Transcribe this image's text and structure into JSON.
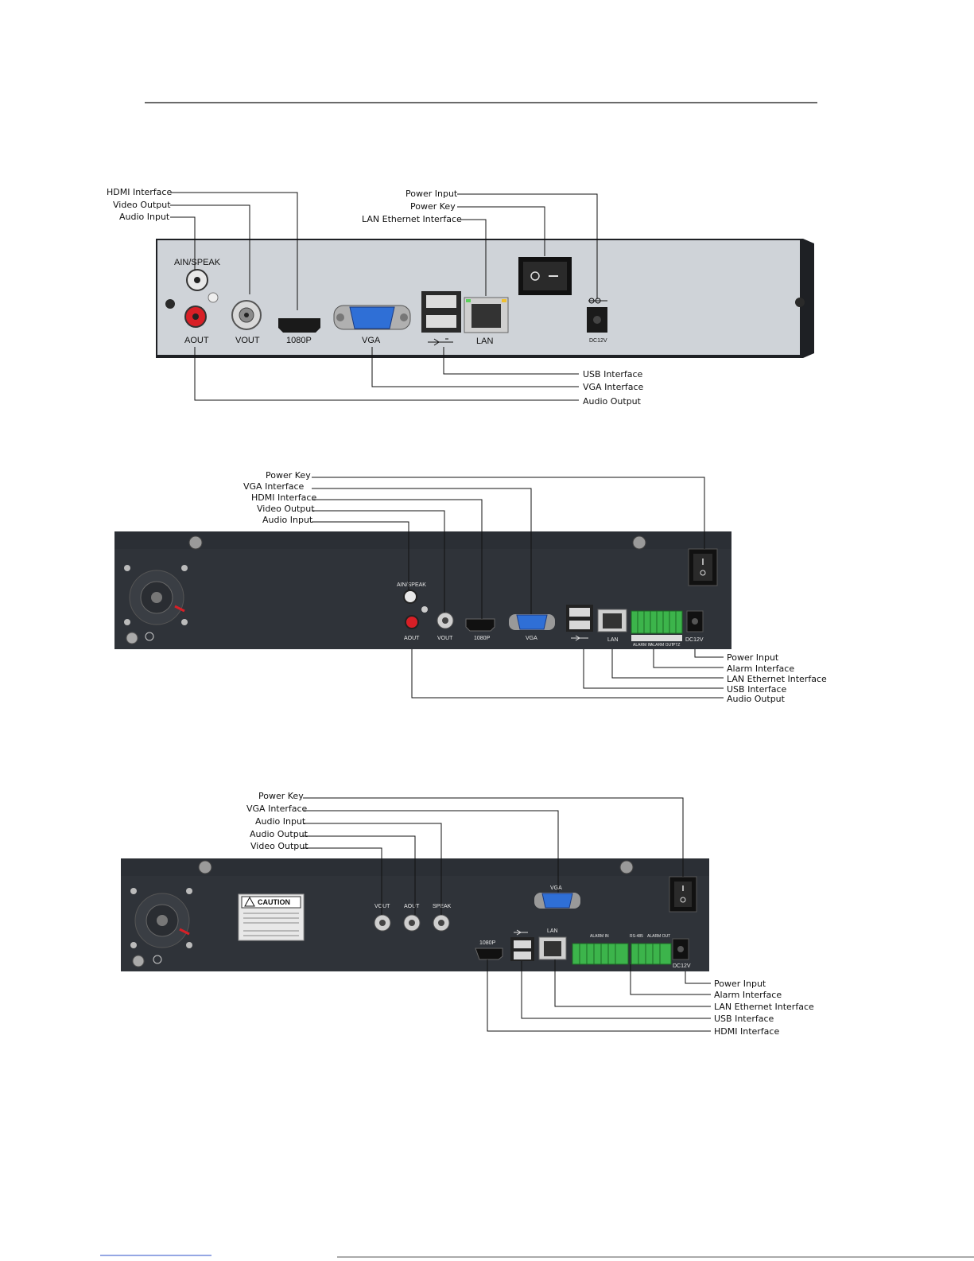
{
  "diagrams": [
    {
      "id": "model-a",
      "callouts": {
        "hdmi": "HDMI Interface",
        "video_out": "Video Output",
        "audio_in": "Audio Input",
        "power_in": "Power Input",
        "power_key": "Power Key",
        "lan": "LAN Ethernet Interface",
        "usb": "USB Interface",
        "vga": "VGA Interface",
        "audio_out": "Audio Output"
      },
      "ports": {
        "ain_speak": "AIN/SPEAK",
        "aout": "AOUT",
        "vout": "VOUT",
        "hdmi": "1080P",
        "vga": "VGA",
        "lan": "LAN",
        "dc": "DC12V"
      }
    },
    {
      "id": "model-b",
      "callouts": {
        "power_key": "Power Key",
        "vga": "VGA Interface",
        "hdmi": "HDMI Interface",
        "video_out": "Video Output",
        "audio_in": "Audio Input",
        "power_in": "Power Input",
        "alarm": "Alarm Interface",
        "lan": "LAN Ethernet Interface",
        "usb": "USB Interface",
        "audio_out": "Audio Output"
      },
      "ports": {
        "ain_speak": "AIN/SPEAK",
        "aout": "AOUT",
        "vout": "VOUT",
        "hdmi": "1080P",
        "vga": "VGA",
        "lan": "LAN",
        "dc": "DC12V",
        "alarm_in": "ALARM IN",
        "alarm_out": "ALARM OUT",
        "ptz": "PTZ"
      }
    },
    {
      "id": "model-c",
      "callouts": {
        "power_key": "Power Key",
        "vga": "VGA Interface",
        "audio_in": "Audio Input",
        "audio_out": "Audio Output",
        "video_out": "Video Output",
        "power_in": "Power Input",
        "alarm": "Alarm Interface",
        "lan": "LAN Ethernet Interface",
        "usb": "USB Interface",
        "hdmi": "HDMI Interface"
      },
      "ports": {
        "vout": "VOUT",
        "aout": "AOUT",
        "speak": "SPEAK",
        "vga": "VGA",
        "hdmi": "1080P",
        "lan": "LAN",
        "dc": "DC12V",
        "alarm_in": "ALARM IN",
        "alarm_out": "ALARM OUT",
        "rs485": "RS-485",
        "caution": "CAUTION"
      }
    }
  ],
  "colors": {
    "panel_light": "#cfd3d8",
    "panel_dark": "#2b2f35",
    "vga_blue": "#2f6fd6",
    "rca_red": "#d81f26",
    "terminal_green": "#3cb44b",
    "line": "#111111"
  }
}
